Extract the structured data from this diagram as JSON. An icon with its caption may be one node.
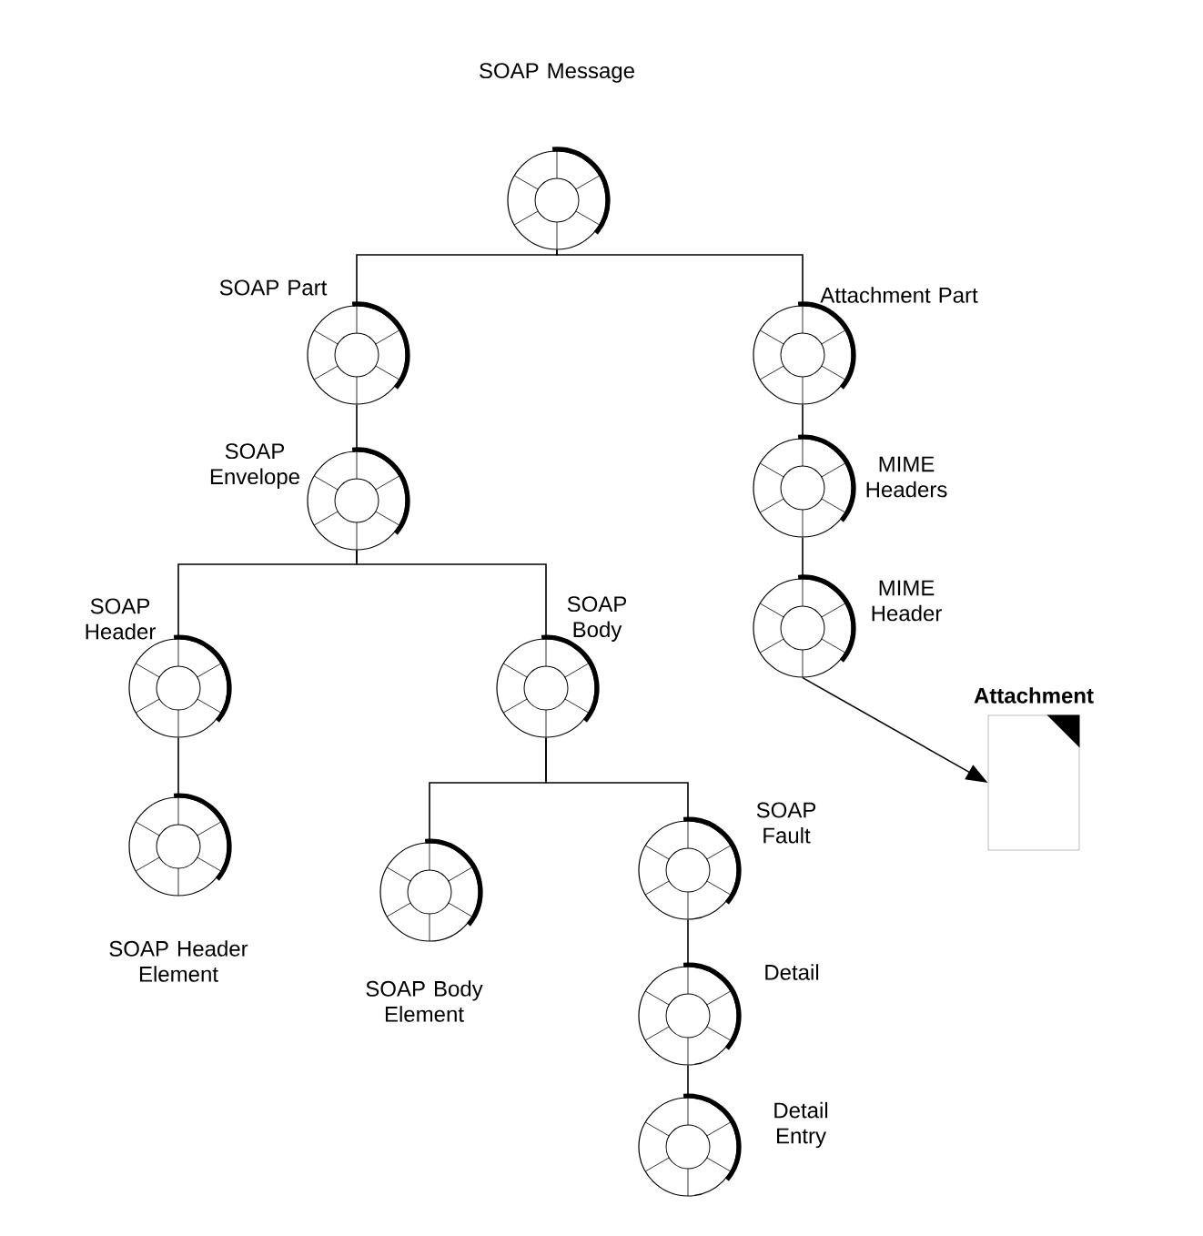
{
  "diagram": {
    "nodes": [
      {
        "text": [
          "SOAP Message"
        ]
      },
      {
        "text": [
          "SOAP Part"
        ]
      },
      {
        "text": [
          "Attachment Part"
        ]
      },
      {
        "text": [
          "MIME Headers"
        ]
      },
      {
        "text": [
          "MIME Header"
        ]
      },
      {
        "text": [
          "Attachment"
        ]
      },
      {
        "text": [
          "SOAP Envelope"
        ]
      },
      {
        "text": [
          "SOAP Header"
        ]
      },
      {
        "text": [
          "SOAP Body"
        ]
      },
      {
        "text": [
          "SOAP Header Element"
        ]
      },
      {
        "text": [
          "SOAP Body Element"
        ]
      },
      {
        "text": [
          "SOAP Fault"
        ]
      },
      {
        "text": [
          "Detail"
        ]
      },
      {
        "text": [
          "Detail Entry"
        ]
      }
    ],
    "edges": [
      {
        "from": 0,
        "to": 1,
        "arrow": "none"
      },
      {
        "from": 0,
        "to": 2,
        "arrow": "none"
      },
      {
        "from": 1,
        "to": 6,
        "arrow": "none"
      },
      {
        "from": 2,
        "to": 3,
        "arrow": "none"
      },
      {
        "from": 3,
        "to": 4,
        "arrow": "none"
      },
      {
        "from": 4,
        "to": 5,
        "arrow": "to"
      },
      {
        "from": 6,
        "to": 7,
        "arrow": "none"
      },
      {
        "from": 6,
        "to": 8,
        "arrow": "none"
      },
      {
        "from": 7,
        "to": 9,
        "arrow": "none"
      },
      {
        "from": 8,
        "to": 10,
        "arrow": "none"
      },
      {
        "from": 8,
        "to": 11,
        "arrow": "none"
      },
      {
        "from": 11,
        "to": 12,
        "arrow": "none"
      },
      {
        "from": 12,
        "to": 13,
        "arrow": "none"
      }
    ]
  }
}
